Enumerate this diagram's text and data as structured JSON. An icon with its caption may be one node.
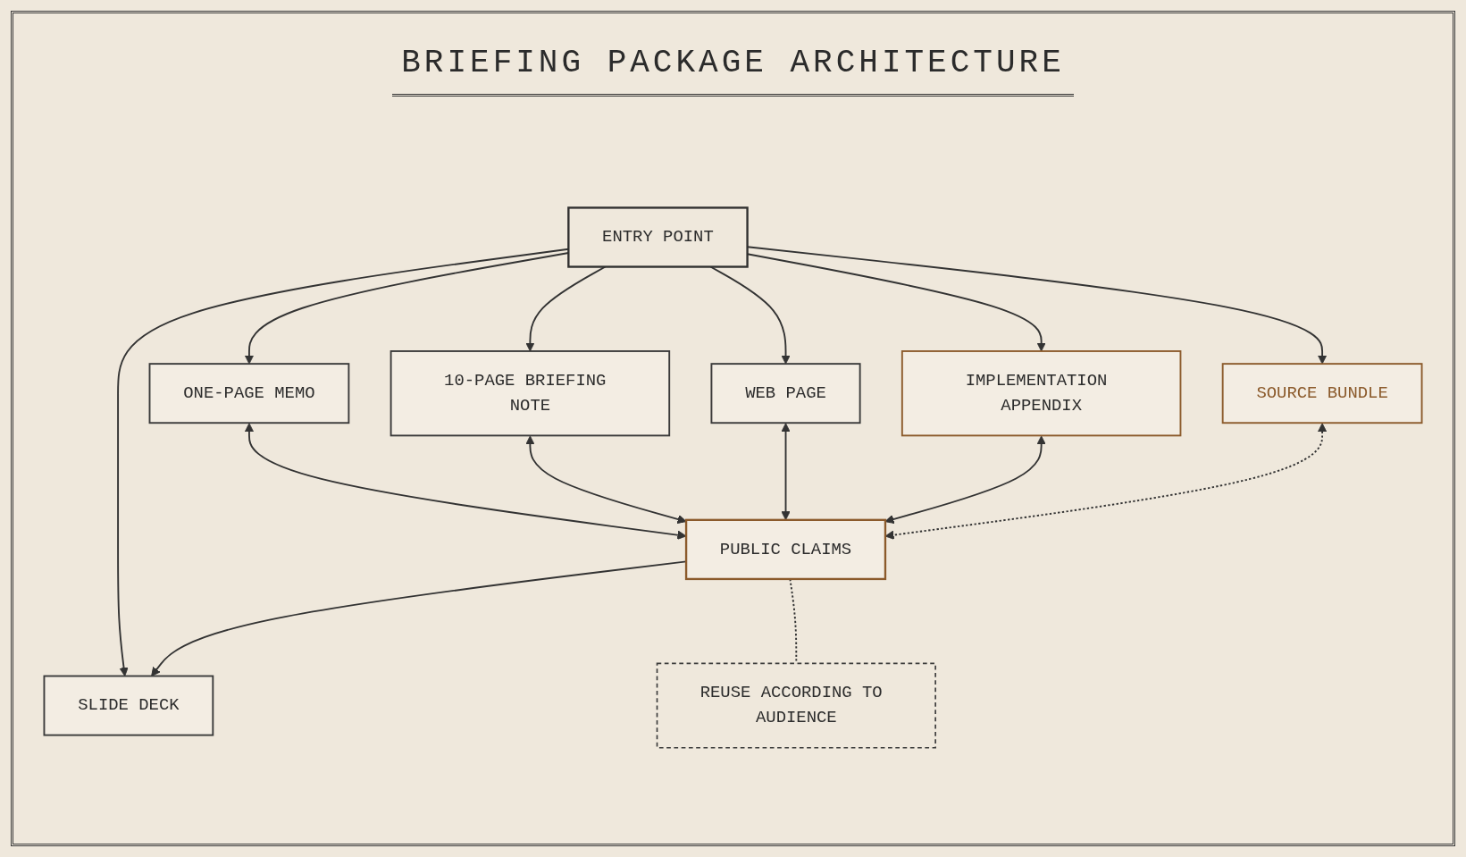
{
  "diagram": {
    "title": "BRIEFING PACKAGE ARCHITECTURE",
    "nodes": [
      {
        "text": [
          "ENTRY POINT"
        ]
      },
      {
        "text": [
          "ONE-PAGE MEMO"
        ]
      },
      {
        "text": [
          "10-PAGE BRIEFING NOTE"
        ]
      },
      {
        "text": [
          "SLIDE DECK"
        ]
      },
      {
        "text": [
          "WEB PAGE"
        ]
      },
      {
        "text": [
          "IMPLEMENTATION APPENDIX"
        ]
      },
      {
        "text": [
          "SOURCE BUNDLE"
        ]
      },
      {
        "text": [
          "PUBLIC CLAIMS"
        ]
      },
      {
        "text": [
          "REUSE ACCORDING TO AUDIENCE"
        ]
      }
    ],
    "edges": [
      {
        "from": 0,
        "to": 1,
        "arrow": "to"
      },
      {
        "from": 0,
        "to": 2,
        "arrow": "to"
      },
      {
        "from": 0,
        "to": 3,
        "arrow": "to"
      },
      {
        "from": 0,
        "to": 4,
        "arrow": "to"
      },
      {
        "from": 0,
        "to": 5,
        "arrow": "to"
      },
      {
        "from": 0,
        "to": 6,
        "arrow": "to"
      },
      {
        "from": 1,
        "to": 7,
        "arrow": "both"
      },
      {
        "from": 2,
        "to": 7,
        "arrow": "both"
      },
      {
        "from": 7,
        "to": 3,
        "arrow": "to"
      },
      {
        "from": 4,
        "to": 7,
        "arrow": "both"
      },
      {
        "from": 5,
        "to": 7,
        "arrow": "both"
      },
      {
        "from": 6,
        "to": 7,
        "arrow": "both",
        "style": "dashed"
      },
      {
        "from": 7,
        "to": 8,
        "arrow": "none",
        "style": "dashed"
      }
    ]
  }
}
